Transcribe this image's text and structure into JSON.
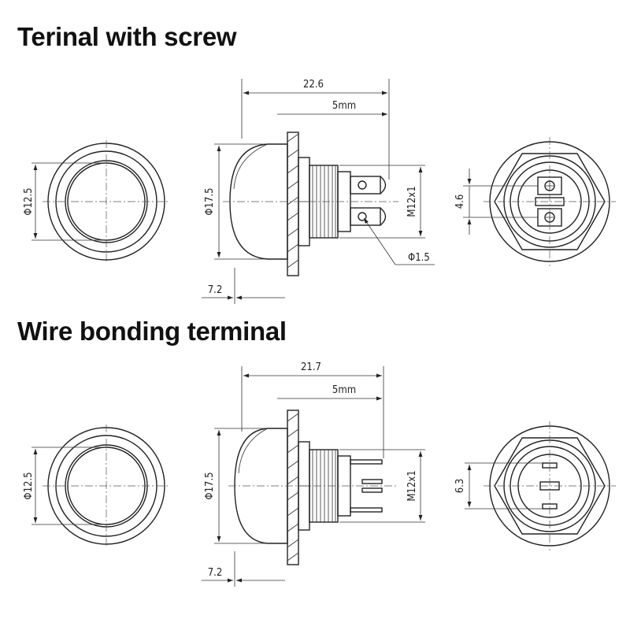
{
  "sections": [
    {
      "title": "Terinal with screw",
      "dims": {
        "overall_length": "22.6",
        "terminal_length": "5mm",
        "front_diameter": "Φ12.5",
        "cap_diameter": "Φ17.5",
        "thread": "M12x1",
        "cap_height": "7.2",
        "screw_hole": "Φ1.5",
        "terminal_spacing": "4.6"
      }
    },
    {
      "title": "Wire bonding terminal",
      "dims": {
        "overall_length": "21.7",
        "terminal_length": "5mm",
        "front_diameter": "Φ12.5",
        "cap_diameter": "Φ17.5",
        "thread": "M12x1",
        "cap_height": "7.2",
        "terminal_spacing": "6.3"
      }
    }
  ],
  "colors": {
    "line": "#222222",
    "background": "#ffffff"
  }
}
